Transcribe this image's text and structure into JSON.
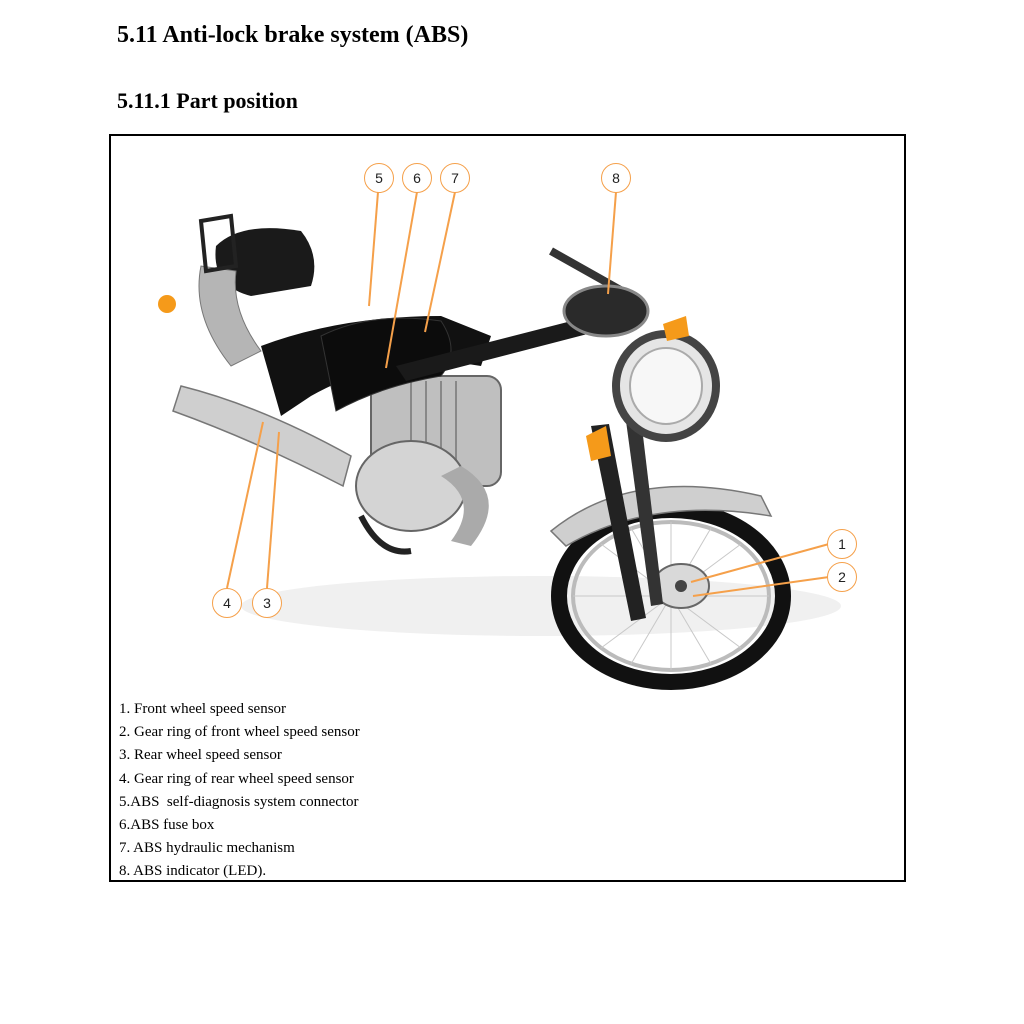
{
  "heading": "5.11 Anti-lock brake system (ABS)",
  "subheading": "5.11.1 Part position",
  "figure": {
    "image_description_icon": "motorcycle-photo",
    "accent_color": "#f5a04a",
    "callouts": [
      "1",
      "2",
      "3",
      "4",
      "5",
      "6",
      "7",
      "8"
    ]
  },
  "legend": [
    "1. Front wheel speed sensor",
    "2. Gear ring of front wheel speed sensor",
    "3. Rear wheel speed sensor",
    "4. Gear ring of rear wheel speed sensor",
    "5.ABS  self-diagnosis system connector",
    "6.ABS fuse box",
    "7. ABS hydraulic mechanism",
    "8. ABS indicator (LED)."
  ]
}
